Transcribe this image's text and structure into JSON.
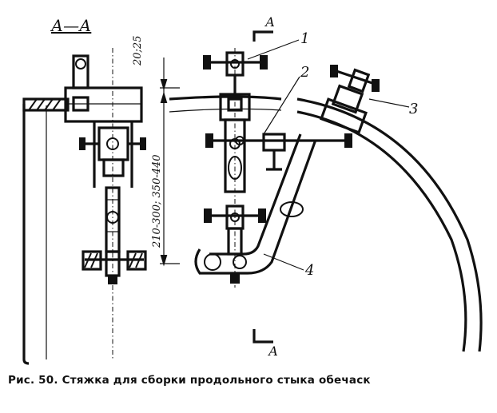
{
  "labels": {
    "section_title": "А—А",
    "arrow_top": "А",
    "arrow_bottom": "А",
    "dim_top": "20;25",
    "dim_main": "210-300; 350-440",
    "callout_1": "1",
    "callout_2": "2",
    "callout_3": "3",
    "callout_4": "4"
  },
  "caption": "Рис. 50. Стяжка для сборки продольного стыка обечаск"
}
